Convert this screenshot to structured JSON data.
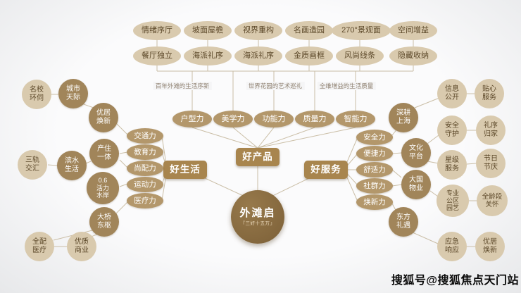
{
  "palette": {
    "leaf_bg": "#d9caae",
    "leaf_text": "#5c4829",
    "mid_bg": "#a1855a",
    "power_bg": "#b3976b",
    "branch_bg": "#a8854e",
    "center_bg": "#7c6038",
    "line": "#c8bba2"
  },
  "center": {
    "title": "外滩启",
    "subtitle": "『三好十五万』"
  },
  "branches": {
    "life": "好生活",
    "product": "好产品",
    "service": "好服务"
  },
  "product": {
    "leaves_row1": [
      "情绪序厅",
      "坡面屋檐",
      "视界重构",
      "名画造园",
      "270°景观面",
      "空间增益"
    ],
    "leaves_row2": [
      "餐厅独立",
      "海派礼序",
      "海派礼序",
      "金质画框",
      "风尚线条",
      "隐藏收纳"
    ],
    "captions": [
      "百年外滩的生活序新",
      "世界花园的艺术巡礼",
      "全维增益的生活质量"
    ],
    "powers": [
      "户型力",
      "美学力",
      "功能力",
      "质量力",
      "智能力"
    ]
  },
  "life": {
    "powers": [
      "交通力",
      "教育力",
      "尚配力",
      "运动力",
      "医疗力"
    ],
    "mids": [
      "城市\n天际",
      "优居\n焕新",
      "产住\n一体",
      "滨水\n生活",
      "0.6\n活力\n水岸",
      "大桥\n东枢"
    ],
    "leaves": [
      "名校\n环伺",
      "三轨\n交汇",
      "全配\n医疗",
      "优质\n商业"
    ]
  },
  "service": {
    "powers": [
      "安全力",
      "便捷力",
      "舒适力",
      "社群力",
      "焕新力"
    ],
    "mids": [
      "深耕\n上海",
      "文化\n平台",
      "大国\n物业",
      "东方\n礼遇"
    ],
    "leaves": [
      "信息\n公开",
      "贴心\n服务",
      "安全\n守护",
      "礼序\n归家",
      "星级\n服务",
      "节日\n节庆",
      "专业\n公区\n园艺",
      "全龄段\n关怀",
      "应急\n响应",
      "优居\n焕新"
    ]
  },
  "watermark": "搜狐号@搜狐焦点天门站"
}
